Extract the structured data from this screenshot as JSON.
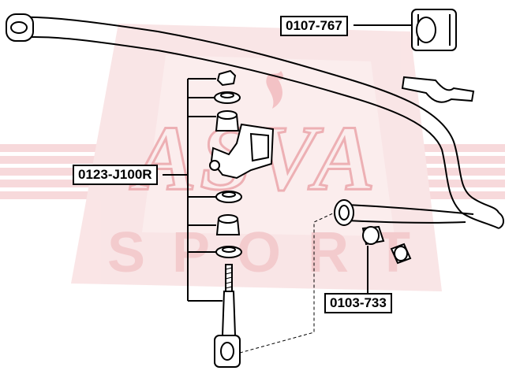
{
  "watermark": {
    "brand_top": "ASVA",
    "brand_bottom": "SPORT",
    "color": "#e03c44",
    "tint": "#f6d8da"
  },
  "callouts": {
    "bushing_label": "0107-767",
    "link_kit_label": "0123-J100R",
    "bush_set_label": "0103-733"
  },
  "colors": {
    "line": "#000000",
    "part_fill": "#ffffff",
    "part_shade": "#d9d9d9",
    "label_border": "#000000"
  }
}
